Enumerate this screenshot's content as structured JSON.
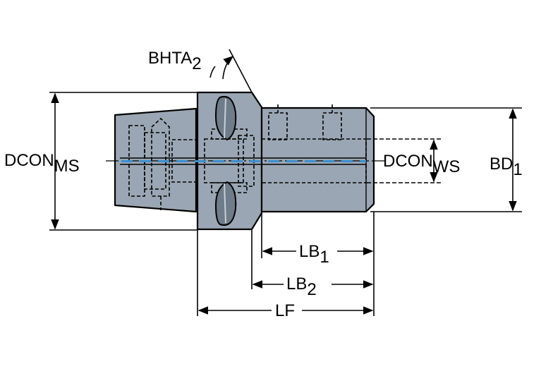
{
  "labels": {
    "bhta": {
      "main": "BHTA",
      "sub": "2"
    },
    "dcon_ms": {
      "main": "DCON",
      "sub": "MS"
    },
    "dcon_ws": {
      "main": "DCON",
      "sub": "WS"
    },
    "bd": {
      "main": "BD",
      "sub": "1"
    },
    "lb1": {
      "main": "LB",
      "sub": "1"
    },
    "lb2": {
      "main": "LB",
      "sub": "2"
    },
    "lf": {
      "main": "LF"
    }
  },
  "colors": {
    "body": "#9aa6b3",
    "body_dark": "#7d8a97",
    "outline": "#000000",
    "coolant": "#3b8fd0"
  }
}
